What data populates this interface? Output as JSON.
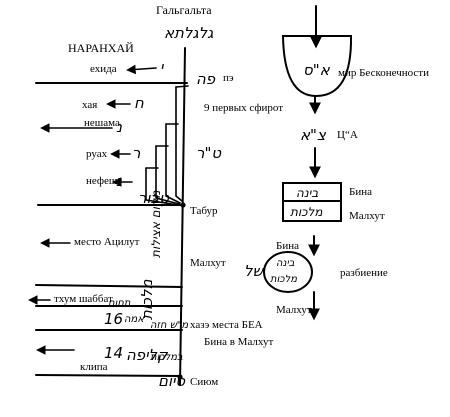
{
  "left": {
    "title": "Гальгальта",
    "title_hebrew": "גלגלתא",
    "naranhai": "НАРАНХАЙ",
    "levels": [
      {
        "label": "ехида",
        "hebrew": "י"
      },
      {
        "label": "хая",
        "hebrew": "ח"
      },
      {
        "label": "нешама",
        "hebrew": "נ"
      },
      {
        "label": "руах",
        "hebrew": "ר"
      },
      {
        "label": "нефеш",
        "hebrew": "נ"
      }
    ],
    "pe": "пэ",
    "pe_hebrew": "פה",
    "nine_sefirot": "9 первых сфирот",
    "tet_rishonot_hebrew": "ט\"ר",
    "tabur": "Табур",
    "tabur_hebrew": "טבור",
    "atzilut_place": "место Ацилут",
    "atzilut_hebrew": "מקום אצילות",
    "malhut": "Малхут",
    "malhut_hebrew": "מלכות",
    "tehum": "тхум шаббат",
    "tehum_hebrew": "תחום",
    "num16": "16",
    "amot_hebrew": "אמה",
    "num14": "14",
    "haze_bea": "хазэ места БЕА",
    "haze_hebrew": "מ\"ש חזה",
    "bina_in_malhut": "Бина в Малхут",
    "klipa": "клипа",
    "klipa_hebrew": "קליפה",
    "bemalhut_hebrew": "במלכות",
    "sium": "Сиюм",
    "sium_hebrew": "סיום"
  },
  "right": {
    "ein_sof_hebrew": "א\"ס",
    "ein_sof": "мир Бесконечности",
    "tzimtzum_hebrew": "צ\"א",
    "tzimtzum": "Ц“А",
    "bina_hebrew": "בינה",
    "malhut_hebrew": "מלכות",
    "bina": "Бина",
    "malhut": "Малхут",
    "bina2": "Бина",
    "shel_hebrew": "של",
    "shattering": "разбиение",
    "malhut2": "Малхут"
  }
}
